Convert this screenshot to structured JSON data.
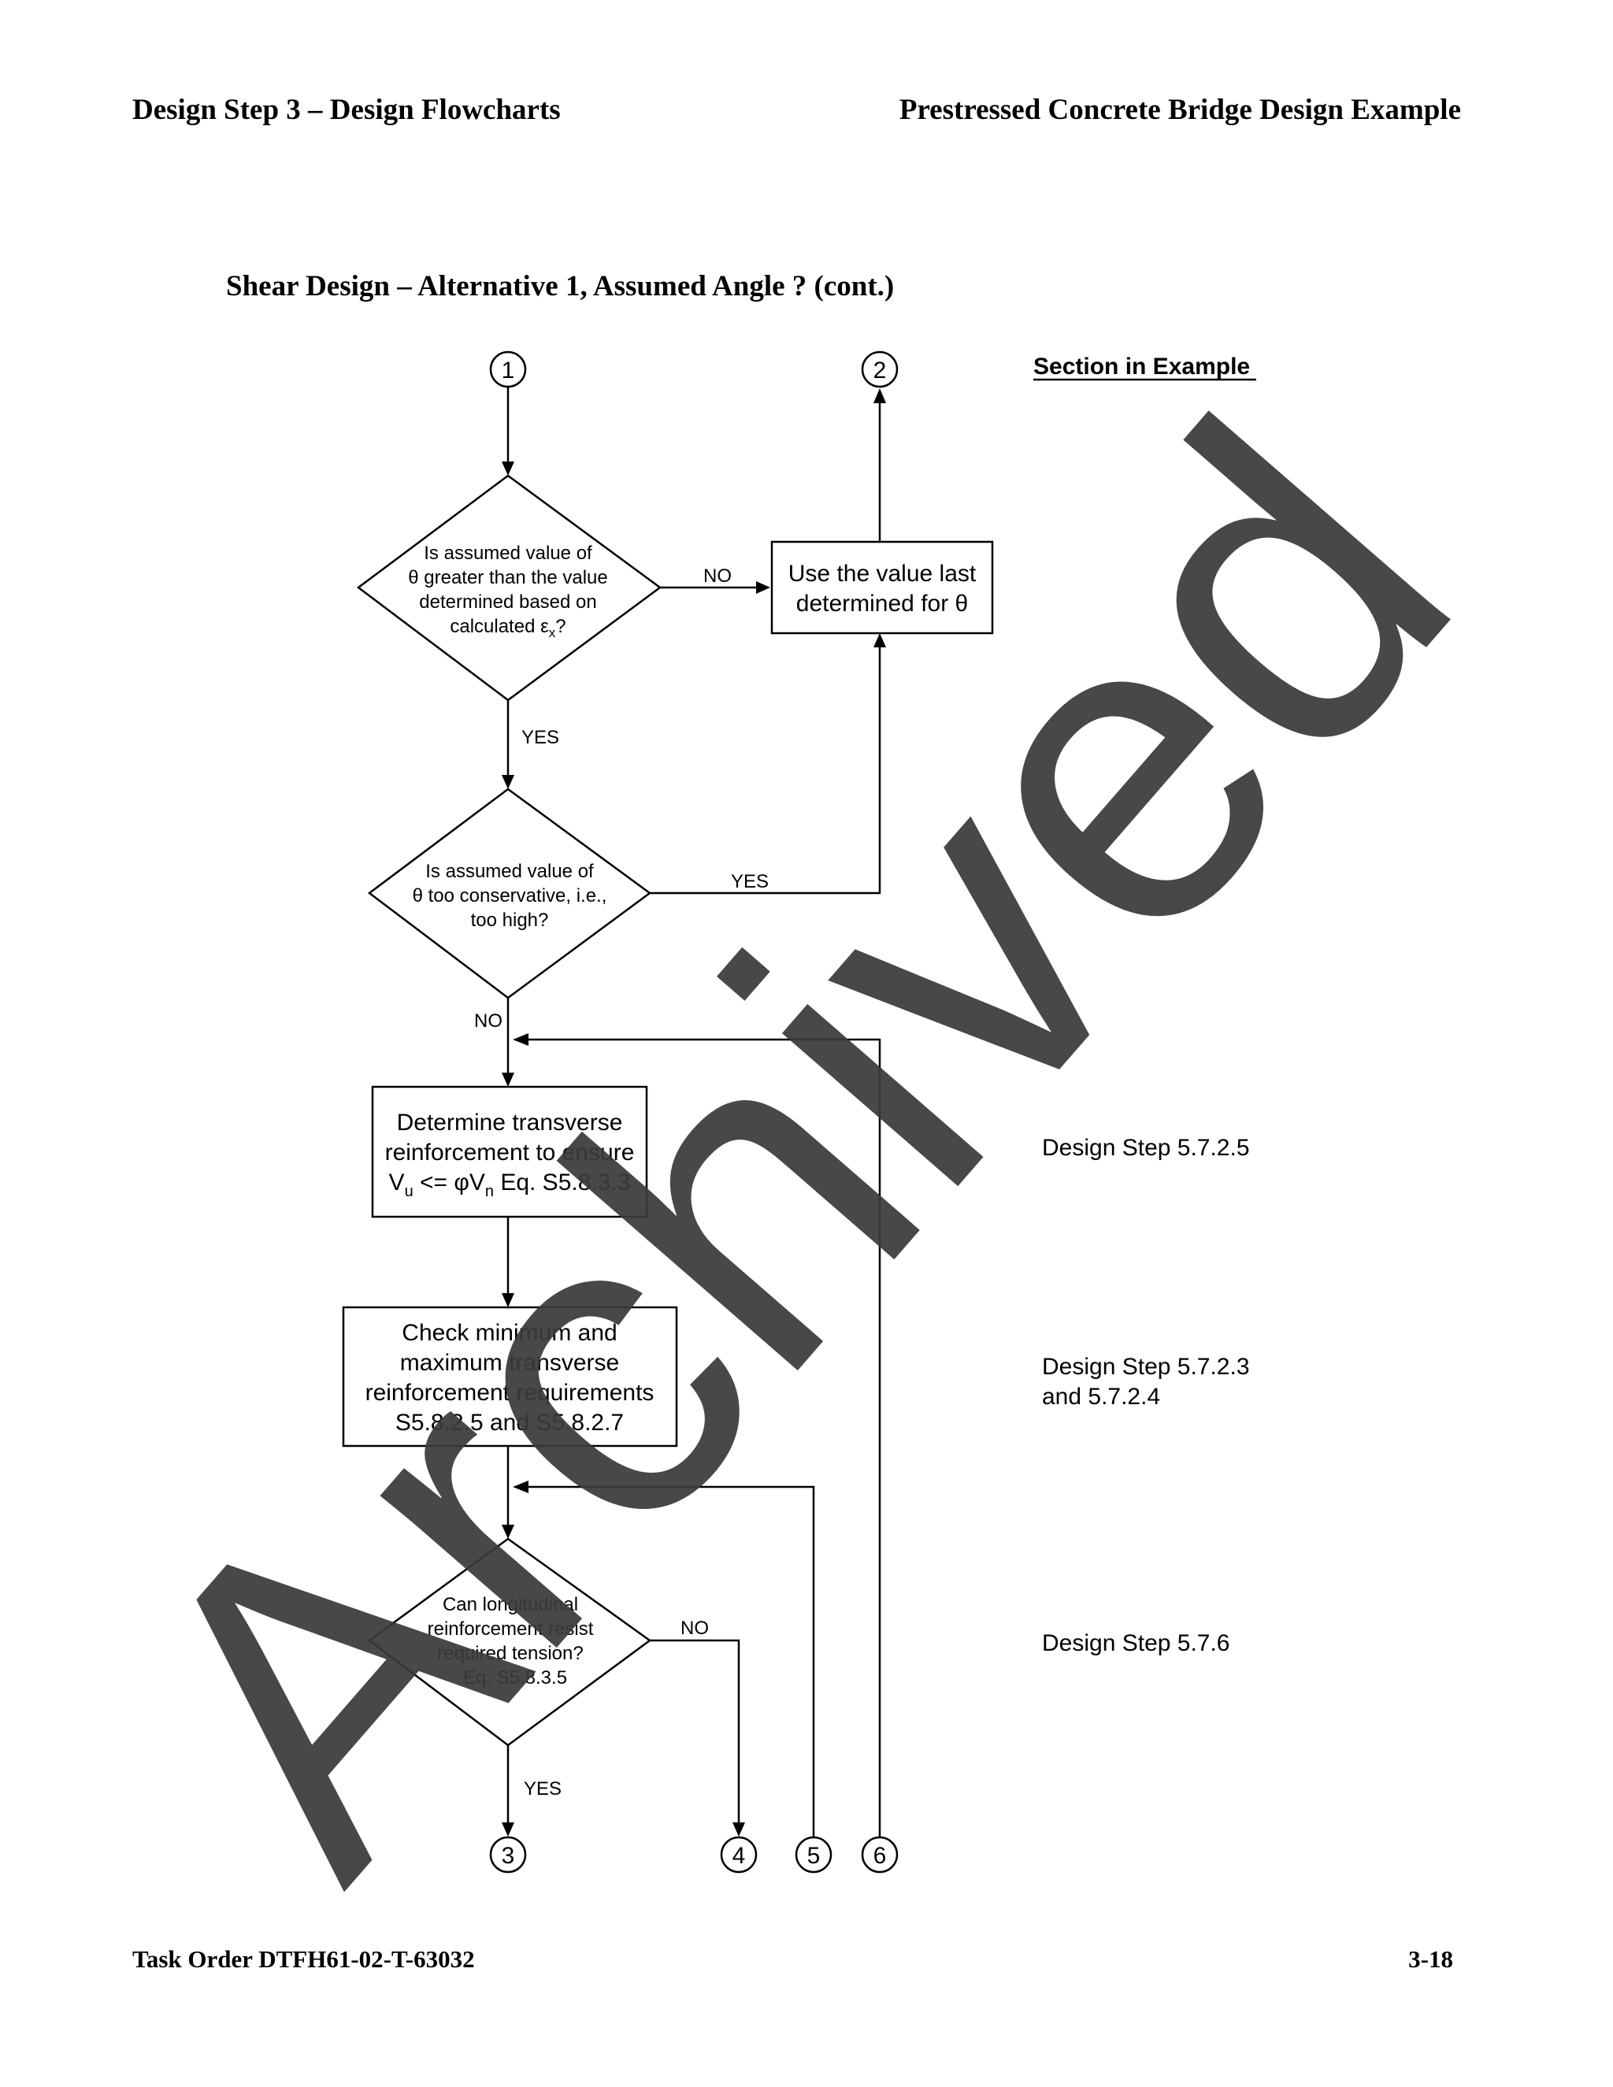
{
  "header": {
    "left": "Design Step 3 – Design Flowcharts",
    "right": "Prestressed Concrete Bridge Design Example"
  },
  "subtitle": "Shear Design – Alternative 1, Assumed Angle ? (cont.)",
  "section_heading": "Section in Example",
  "connectors": {
    "c1": "1",
    "c2": "2",
    "c3": "3",
    "c4": "4",
    "c5": "5",
    "c6": "6"
  },
  "decisions": {
    "d1": {
      "lines": [
        "Is assumed value of",
        "θ greater than the value",
        "determined based on"
      ],
      "last_prefix": "calculated ε",
      "last_sub": "x",
      "last_suffix": "?"
    },
    "d2": {
      "lines": [
        "Is assumed value of",
        "θ too conservative, i.e.,",
        "too high?"
      ]
    },
    "d3": {
      "lines": [
        "Can longitudinal",
        "reinforcement resist",
        "required tension?",
        "Eq. S5.8.3.5"
      ]
    }
  },
  "boxes": {
    "use_value": {
      "lines": [
        "Use the value last",
        "determined for θ"
      ]
    },
    "transverse": {
      "lines": [
        "Determine transverse",
        "reinforcement to ensure"
      ],
      "eq": {
        "v1": "V",
        "sub1": "u",
        "mid": " <= φV",
        "sub2": "n",
        "end": " Eq. S5.8.3.3"
      }
    },
    "check_minmax": {
      "lines": [
        "Check minimum and",
        "maximum transverse",
        "reinforcement requirements",
        "S5.8.2.5 and S5.8.2.7"
      ]
    }
  },
  "edge_labels": {
    "d1_no": "NO",
    "d1_yes": "YES",
    "d2_yes": "YES",
    "d2_no": "NO",
    "d3_no": "NO",
    "d3_yes": "YES"
  },
  "sections": {
    "s1": "Design Step 5.7.2.5",
    "s2_line1": "Design Step 5.7.2.3",
    "s2_line2": "and 5.7.2.4",
    "s3": "Design Step 5.7.6"
  },
  "watermark": "Archived",
  "footer": {
    "left": "Task Order DTFH61-02-T-63032",
    "right": "3-18"
  }
}
